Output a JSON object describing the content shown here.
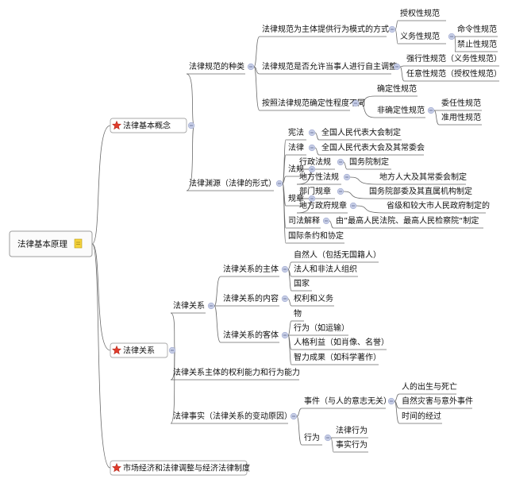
{
  "root": {
    "label": "法律基本原理",
    "icon": "note-icon"
  },
  "colors": {
    "line": "#6a6a6a",
    "collapse_dot": "#c7cee6",
    "star": "#e23b2b"
  },
  "branches": [
    {
      "label": "法律基本概念",
      "children": [
        {
          "label": "法律规范的种类",
          "children": [
            {
              "label": "法律规范为主体提供行为模式的方式",
              "children": [
                {
                  "label": "授权性规范"
                },
                {
                  "label": "义务性规范",
                  "children": [
                    {
                      "label": "命令性规范"
                    },
                    {
                      "label": "禁止性规范"
                    }
                  ]
                }
              ]
            },
            {
              "label": "法律规范是否允许当事人进行自主调整",
              "children": [
                {
                  "label": "强行性规范（义务性规范）"
                },
                {
                  "label": "任意性规范（授权性规范）"
                }
              ]
            },
            {
              "label": "按照法律规范确定性程度不同",
              "children": [
                {
                  "label": "确定性规范"
                },
                {
                  "label": "非确定性规范",
                  "children": [
                    {
                      "label": "委任性规范"
                    },
                    {
                      "label": "准用性规范"
                    }
                  ]
                }
              ]
            }
          ]
        },
        {
          "label": "法律渊源（法律的形式）",
          "children": [
            {
              "label": "宪法",
              "children": [
                {
                  "label": "全国人民代表大会制定"
                }
              ]
            },
            {
              "label": "法律",
              "children": [
                {
                  "label": "全国人民代表大会及其常委会"
                }
              ]
            },
            {
              "label": "法规",
              "children": [
                {
                  "label": "行政法规",
                  "children": [
                    {
                      "label": "国务院制定"
                    }
                  ]
                },
                {
                  "label": "地方性法规",
                  "children": [
                    {
                      "label": "地方人大及其常委会制定"
                    }
                  ]
                }
              ]
            },
            {
              "label": "规章",
              "children": [
                {
                  "label": "部门规章",
                  "children": [
                    {
                      "label": "国务院部委及其直属机构制定"
                    }
                  ]
                },
                {
                  "label": "地方政府规章",
                  "children": [
                    {
                      "label": "省级和较大市人民政府制定的"
                    }
                  ]
                }
              ]
            },
            {
              "label": "司法解释",
              "children": [
                {
                  "label": "由”最高人民法院、最高人民检察院“制定"
                }
              ]
            },
            {
              "label": "国际条约和协定"
            }
          ]
        }
      ]
    },
    {
      "label": "法律关系",
      "children": [
        {
          "label": "法律关系",
          "children": [
            {
              "label": "法律关系的主体",
              "children": [
                {
                  "label": "自然人（包括无国籍人）"
                },
                {
                  "label": "法人和非法人组织"
                },
                {
                  "label": "国家"
                }
              ]
            },
            {
              "label": "法律关系的内容",
              "children": [
                {
                  "label": "权利和义务"
                }
              ]
            },
            {
              "label": "法律关系的客体",
              "children": [
                {
                  "label": "物"
                },
                {
                  "label": "行为（如运输）"
                },
                {
                  "label": "人格利益（如肖像、名誉）"
                },
                {
                  "label": "智力成果（如科学著作）"
                }
              ]
            }
          ]
        },
        {
          "label": "法律关系主体的权利能力和行为能力"
        },
        {
          "label": "法律事实（法律关系的变动原因）",
          "children": [
            {
              "label": "事件（与人的意志无关）",
              "children": [
                {
                  "label": "人的出生与死亡"
                },
                {
                  "label": "自然灾害与意外事件"
                },
                {
                  "label": "时间的经过"
                }
              ]
            },
            {
              "label": "行为",
              "children": [
                {
                  "label": "法律行为"
                },
                {
                  "label": "事实行为"
                }
              ]
            }
          ]
        }
      ]
    },
    {
      "label": "市场经济和法律调整与经济法律制度"
    }
  ]
}
